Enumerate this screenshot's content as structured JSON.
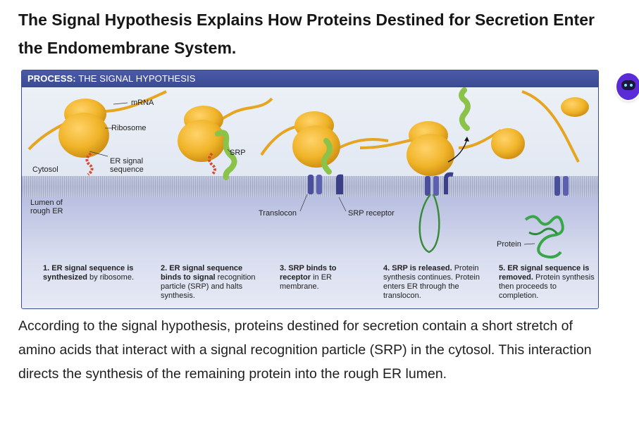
{
  "heading": "The Signal Hypothesis Explains How Proteins Destined for Secretion Enter the Endomembrane System.",
  "figure": {
    "header_bold": "PROCESS:",
    "header_rest": "THE SIGNAL HYPOTHESIS",
    "labels": {
      "mrna": "mRNA",
      "ribosome": "Ribosome",
      "er_signal_line1": "ER signal",
      "er_signal_line2": "sequence",
      "cytosol": "Cytosol",
      "lumen_line1": "Lumen of",
      "lumen_line2": "rough ER",
      "srp": "SRP",
      "translocon": "Translocon",
      "srp_receptor": "SRP receptor",
      "protein": "Protein"
    },
    "steps": [
      {
        "bold": "1. ER signal sequence is synthesized",
        "rest": " by ribosome."
      },
      {
        "bold": "2. ER signal sequence binds to signal",
        "rest": " recognition particle (SRP) and halts synthesis."
      },
      {
        "bold": "3. SRP binds to receptor",
        "rest": " in ER membrane."
      },
      {
        "bold": "4. SRP is released.",
        "rest": " Protein synthesis continues. Protein enters ER through the translocon."
      },
      {
        "bold": "5. ER signal sequence is removed.",
        "rest": " Protein synthesis then proceeds to completion."
      }
    ]
  },
  "paragraph": "According to the signal hypothesis, proteins destined for secretion contain a short stretch of amino acids that interact with a signal recognition particle (SRP) in the cytosol. This interaction directs the synthesis of the remaining protein into the rough ER lumen.",
  "assistant": {
    "icon": "assistant-bot-icon",
    "color": "#5b2bd6"
  },
  "colors": {
    "ribosome": "#f0b429",
    "srp": "#8bc34a",
    "translocon": "#4a4f9c",
    "header": "#3a4a92"
  }
}
